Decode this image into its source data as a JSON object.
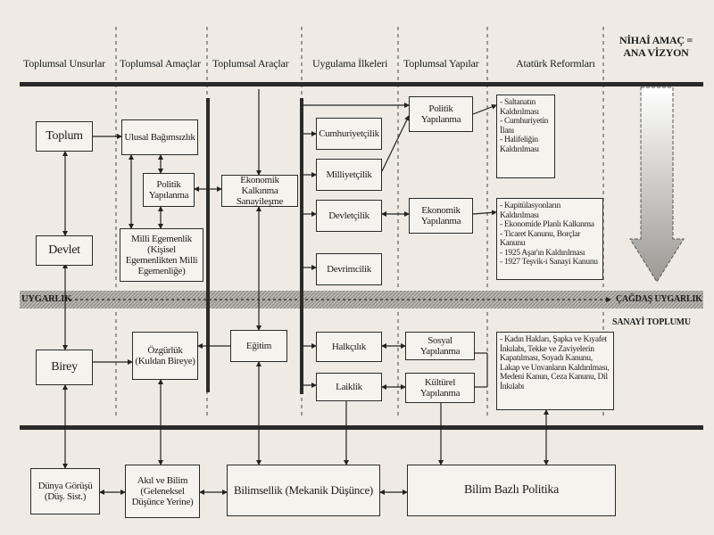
{
  "headers": {
    "col1": "Toplumsal Unsurlar",
    "col2": "Toplumsal Amaçlar",
    "col3": "Toplumsal Araçlar",
    "col4": "Uygulama İlkeleri",
    "col5": "Toplumsal Yapılar",
    "col6": "Atatürk Reformları",
    "col7_line1": "NİHAİ AMAÇ =",
    "col7_line2": "ANA VİZYON"
  },
  "elements": {
    "toplum": "Toplum",
    "devlet": "Devlet",
    "birey": "Birey",
    "dunya_gorusu": "Dünya Görüşü (Düş. Sist.)",
    "ulusal_bagimsizlik": "Ulusal Bağımsızlık",
    "politik_yapilanma_small": "Politik Yapılanma",
    "milli_egemenlik": "Milli Egemenlik (Kişisel Egemenlikten Milli Egemenliğe)",
    "ozgurluk": "Özgürlük (Kuldan Bireye)",
    "akil_ve_bilim": "Akıl ve Bilim (Geleneksel Düşünce Yerine)",
    "ekonomik_kalkinma": "Ekonomik Kalkınma Sanayileşme",
    "egitim": "Eğitim",
    "bilimsellik": "Bilimsellik (Mekanik Düşünce)",
    "cumhuriyetcilik": "Cumhuriyetçilik",
    "milliyetcilik": "Milliyetçilik",
    "devletcilik": "Devletçilik",
    "devrimcilik": "Devrimcilik",
    "halkcilik": "Halkçılık",
    "laiklik": "Laiklik",
    "politik_yapilanma": "Politik Yapılanma",
    "ekonomik_yapilanma": "Ekonomik Yapılanma",
    "sosyal_yapilanma": "Sosyal Yapılanma",
    "kulturel_yapilanma": "Kültürel Yapılanma",
    "bilim_bazli_politika": "Bilim Bazlı Politika"
  },
  "reforms": {
    "political": [
      "- Saltanatın Kaldırılması",
      "- Cumhuriyetin İlanı",
      "- Halifeliğin Kaldırılması"
    ],
    "economic": [
      "- Kapitülasyonların Kaldırılması",
      "- Ekonomide Planlı Kalkınma",
      "- Ticaret Kanunu, Borçlar Kanunu",
      "- 1925 Aşar'ın Kaldırılması",
      "- 1927 Teşvik-i Sanayi Kanunu"
    ],
    "social": [
      "- Kadın Hakları, Şapka ve Kıyafet İnkılabı, Tekke ve Zaviyelerin Kapatılması, Soyadı Kanunu, Lakap ve Unvanların Kaldırılması, Medeni Kanun, Ceza Kanunu, Dil İnkılabı"
    ]
  },
  "band": {
    "left": "UYGARLIK",
    "right": "ÇAĞDAŞ UYGARLIK",
    "below_right": "SANAYİ TOPLUMU"
  }
}
